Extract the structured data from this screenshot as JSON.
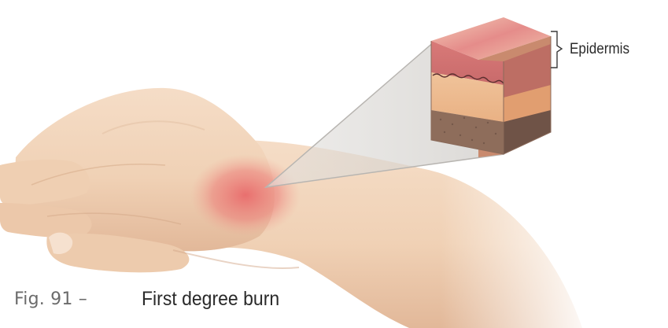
{
  "figure": {
    "number_label": "Fig. 91 –",
    "title": "First degree burn"
  },
  "inset": {
    "layer_label": "Epidermis"
  },
  "colors": {
    "skin": "#f1d2b6",
    "skin_shadow": "#d9b394",
    "burn": "#e87070",
    "epidermis_top": "#e9b9a5",
    "dermis": "#e8b48a",
    "subcutis": "#8a6a58"
  }
}
